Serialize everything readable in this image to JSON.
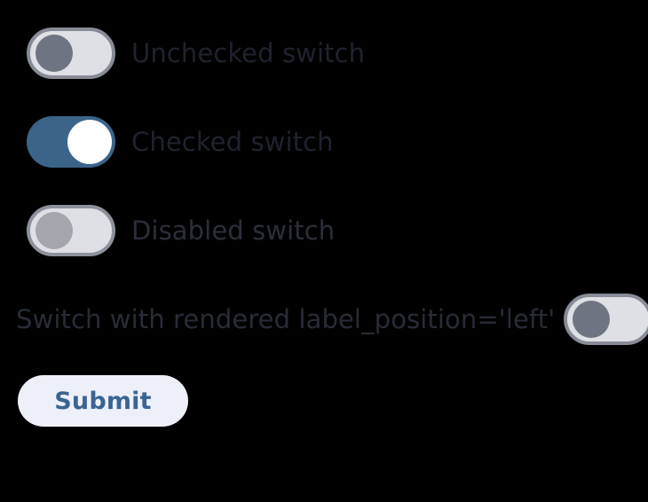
{
  "page": {
    "background_color": "#000000",
    "text_color": "#1e232e"
  },
  "colors": {
    "switch_on_track": "#3b6489",
    "switch_off_track": "#dee0e5",
    "switch_off_border": "#868b95",
    "switch_off_knob": "#6e7481",
    "switch_disabled_knob": "#a3a6ad",
    "switch_on_knob": "#ffffff",
    "button_background": "#eef0f9",
    "button_text": "#3a6494"
  },
  "switches": [
    {
      "id": "unchecked-switch",
      "label": "Unchecked switch",
      "checked": false,
      "disabled": false,
      "label_position": "right"
    },
    {
      "id": "checked-switch",
      "label": "Checked switch",
      "checked": true,
      "disabled": false,
      "label_position": "right"
    },
    {
      "id": "disabled-switch",
      "label": "Disabled switch",
      "checked": false,
      "disabled": true,
      "label_position": "right"
    },
    {
      "id": "left-label-switch",
      "label": "Switch with rendered label_position='left'",
      "checked": false,
      "disabled": false,
      "label_position": "left"
    }
  ],
  "form": {
    "submit_label": "Submit"
  }
}
